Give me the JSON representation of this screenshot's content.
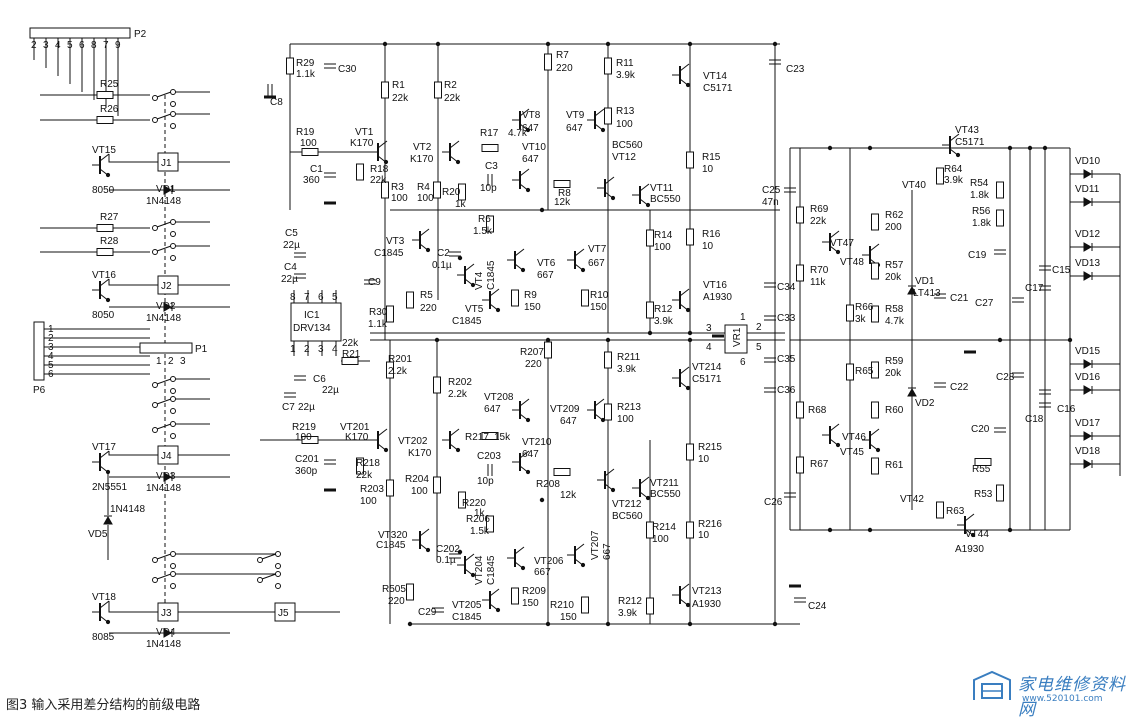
{
  "caption": "图3  输入采用差分结构的前级电路",
  "watermark": {
    "title": "家电维修资料网",
    "url": "www.520101.com"
  },
  "colors": {
    "wire": "#111111",
    "background": "#ffffff",
    "watermark": "#3a7ec0"
  },
  "connectors": [
    {
      "id": "p2",
      "label": "P2",
      "pins": [
        "2",
        "3",
        "4",
        "5",
        "6",
        "8",
        "7",
        "9"
      ]
    },
    {
      "id": "p6",
      "label": "P6",
      "pins": [
        "1",
        "2",
        "3",
        "4",
        "5",
        "6"
      ]
    },
    {
      "id": "p1",
      "label": "P1",
      "pins": [
        "1",
        "2",
        "3"
      ]
    }
  ],
  "ic": {
    "name": "IC1",
    "part": "DRV134",
    "pins_top": [
      "8",
      "7",
      "6",
      "5"
    ],
    "pins_bottom": [
      "1",
      "2",
      "3",
      "4"
    ]
  },
  "vr": {
    "name": "VR1",
    "pins": [
      "1",
      "2",
      "3",
      "4",
      "5",
      "6"
    ]
  },
  "components": [
    {
      "id": "r29",
      "label": "R29",
      "value": "1.1k"
    },
    {
      "id": "c30",
      "label": "C30",
      "value": ""
    },
    {
      "id": "c8",
      "label": "C8",
      "value": ""
    },
    {
      "id": "r25",
      "label": "R25",
      "value": ""
    },
    {
      "id": "r26",
      "label": "R26",
      "value": ""
    },
    {
      "id": "vt15",
      "label": "VT15",
      "value": "8050"
    },
    {
      "id": "j1",
      "label": "J1",
      "value": ""
    },
    {
      "id": "vd1",
      "label": "VD1",
      "value": "1N4148"
    },
    {
      "id": "r27",
      "label": "R27",
      "value": ""
    },
    {
      "id": "r28",
      "label": "R28",
      "value": ""
    },
    {
      "id": "vt16",
      "label": "VT16",
      "value": "8050"
    },
    {
      "id": "j2",
      "label": "J2",
      "value": ""
    },
    {
      "id": "vd2",
      "label": "VD2",
      "value": "1N4148"
    },
    {
      "id": "vt17",
      "label": "VT17",
      "value": "2N5551"
    },
    {
      "id": "j4",
      "label": "J4",
      "value": ""
    },
    {
      "id": "vd3",
      "label": "VD3",
      "value": "1N4148"
    },
    {
      "id": "vd5",
      "label": "VD5",
      "value": "1N4148"
    },
    {
      "id": "vt18",
      "label": "VT18",
      "value": "8085"
    },
    {
      "id": "j3",
      "label": "J3",
      "value": ""
    },
    {
      "id": "vd4",
      "label": "VD4",
      "value": "1N4148"
    },
    {
      "id": "j5",
      "label": "J5",
      "value": ""
    },
    {
      "id": "r1",
      "label": "R1",
      "value": "22k"
    },
    {
      "id": "r2",
      "label": "R2",
      "value": "22k"
    },
    {
      "id": "r7",
      "label": "R7",
      "value": "220"
    },
    {
      "id": "r11",
      "label": "R11",
      "value": "3.9k"
    },
    {
      "id": "vt14",
      "label": "VT14",
      "value": "C5171"
    },
    {
      "id": "c23",
      "label": "C23",
      "value": ""
    },
    {
      "id": "r13",
      "label": "R13",
      "value": "100"
    },
    {
      "id": "vt8",
      "label": "VT8",
      "value": "647"
    },
    {
      "id": "vt9",
      "label": "VT9",
      "value": "647"
    },
    {
      "id": "r19",
      "label": "R19",
      "value": "100"
    },
    {
      "id": "vt1",
      "label": "VT1",
      "value": "K170"
    },
    {
      "id": "vt2",
      "label": "VT2",
      "value": "K170"
    },
    {
      "id": "r17",
      "label": "R17",
      "value": "4.7k"
    },
    {
      "id": "vt10",
      "label": "VT10",
      "value": "647"
    },
    {
      "id": "vt12",
      "label": "VT12",
      "value": "BC560"
    },
    {
      "id": "r15",
      "label": "R15",
      "value": "10"
    },
    {
      "id": "c1",
      "label": "C1",
      "value": "360"
    },
    {
      "id": "r18",
      "label": "R18",
      "value": "22k"
    },
    {
      "id": "c3",
      "label": "C3",
      "value": "10p"
    },
    {
      "id": "r8",
      "label": "R8",
      "value": "12k"
    },
    {
      "id": "vt11",
      "label": "VT11",
      "value": "BC550"
    },
    {
      "id": "r3",
      "label": "R3",
      "value": "100"
    },
    {
      "id": "r4",
      "label": "R4",
      "value": "100"
    },
    {
      "id": "r20",
      "label": "R20",
      "value": "1k"
    },
    {
      "id": "c25",
      "label": "C25",
      "value": "47n"
    },
    {
      "id": "r16",
      "label": "R16",
      "value": "10"
    },
    {
      "id": "r6",
      "label": "R6",
      "value": "1.5k"
    },
    {
      "id": "c5",
      "label": "C5",
      "value": "22µ"
    },
    {
      "id": "c4",
      "label": "C4",
      "value": "22µ"
    },
    {
      "id": "vt3",
      "label": "VT3",
      "value": "C1845"
    },
    {
      "id": "c2",
      "label": "C2",
      "value": "0.1µ"
    },
    {
      "id": "vt4",
      "label": "VT4",
      "value": "C1845"
    },
    {
      "id": "vt6",
      "label": "VT6",
      "value": "667"
    },
    {
      "id": "vt7",
      "label": "VT7",
      "value": "667"
    },
    {
      "id": "r14",
      "label": "R14",
      "value": "100"
    },
    {
      "id": "vt16b",
      "label": "VT16",
      "value": "A1930"
    },
    {
      "id": "c34",
      "label": "C34",
      "value": ""
    },
    {
      "id": "c9",
      "label": "C9",
      "value": ""
    },
    {
      "id": "r5",
      "label": "R5",
      "value": "220"
    },
    {
      "id": "r30",
      "label": "R30",
      "value": "1.1k"
    },
    {
      "id": "vt5",
      "label": "VT5",
      "value": "C1845"
    },
    {
      "id": "r9",
      "label": "R9",
      "value": "150"
    },
    {
      "id": "r10",
      "label": "R10",
      "value": "150"
    },
    {
      "id": "r12",
      "label": "R12",
      "value": "3.9k"
    },
    {
      "id": "c33",
      "label": "C33",
      "value": ""
    },
    {
      "id": "r21",
      "label": "R21",
      "value": "22k"
    },
    {
      "id": "c6",
      "label": "C6",
      "value": "22µ"
    },
    {
      "id": "c7",
      "label": "C7",
      "value": "22µ"
    },
    {
      "id": "r207",
      "label": "R207",
      "value": "220"
    },
    {
      "id": "r211",
      "label": "R211",
      "value": "3.9k"
    },
    {
      "id": "c35",
      "label": "C35",
      "value": ""
    },
    {
      "id": "r201",
      "label": "R201",
      "value": "2.2k"
    },
    {
      "id": "r202",
      "label": "R202",
      "value": "2.2k"
    },
    {
      "id": "vt214",
      "label": "VT214",
      "value": "C5171"
    },
    {
      "id": "c36",
      "label": "C36",
      "value": ""
    },
    {
      "id": "vt208",
      "label": "VT208",
      "value": "647"
    },
    {
      "id": "vt209",
      "label": "VT209",
      "value": "647"
    },
    {
      "id": "r213",
      "label": "R213",
      "value": "100"
    },
    {
      "id": "r219",
      "label": "R219",
      "value": "100"
    },
    {
      "id": "vt201",
      "label": "VT201",
      "value": "K170"
    },
    {
      "id": "vt202",
      "label": "VT202",
      "value": "K170"
    },
    {
      "id": "r217",
      "label": "R217",
      "value": "15k"
    },
    {
      "id": "vt210",
      "label": "VT210",
      "value": "647"
    },
    {
      "id": "r215",
      "label": "R215",
      "value": "10"
    },
    {
      "id": "c201",
      "label": "C201",
      "value": "360p"
    },
    {
      "id": "r218",
      "label": "R218",
      "value": "22k"
    },
    {
      "id": "c203",
      "label": "C203",
      "value": "10p"
    },
    {
      "id": "r208",
      "label": "R208",
      "value": "12k"
    },
    {
      "id": "vt211",
      "label": "VT211",
      "value": "BC550"
    },
    {
      "id": "r203",
      "label": "R203",
      "value": "100"
    },
    {
      "id": "r204",
      "label": "R204",
      "value": "100"
    },
    {
      "id": "r220",
      "label": "R220",
      "value": "1k"
    },
    {
      "id": "vt212",
      "label": "VT212",
      "value": "BC560"
    },
    {
      "id": "c26",
      "label": "C26",
      "value": ""
    },
    {
      "id": "r206",
      "label": "R206",
      "value": "1.5k"
    },
    {
      "id": "r214",
      "label": "R214",
      "value": "100"
    },
    {
      "id": "r216",
      "label": "R216",
      "value": "10"
    },
    {
      "id": "vt320",
      "label": "VT320",
      "value": "C1845"
    },
    {
      "id": "c202",
      "label": "C202",
      "value": "0.1µ"
    },
    {
      "id": "vt204",
      "label": "VT204",
      "value": "C1845"
    },
    {
      "id": "vt206",
      "label": "VT206",
      "value": "667"
    },
    {
      "id": "vt207",
      "label": "VT207",
      "value": "667"
    },
    {
      "id": "r505",
      "label": "R505",
      "value": "220"
    },
    {
      "id": "r209",
      "label": "R209",
      "value": "150"
    },
    {
      "id": "r210",
      "label": "R210",
      "value": "150"
    },
    {
      "id": "r212",
      "label": "R212",
      "value": "3.9k"
    },
    {
      "id": "vt213",
      "label": "VT213",
      "value": "A1930"
    },
    {
      "id": "c24",
      "label": "C24",
      "value": ""
    },
    {
      "id": "c29",
      "label": "C29",
      "value": ""
    },
    {
      "id": "vt205",
      "label": "VT205",
      "value": "C1845"
    },
    {
      "id": "vt43",
      "label": "VT43",
      "value": "C5171"
    },
    {
      "id": "r64",
      "label": "R64",
      "value": "3.9k"
    },
    {
      "id": "vt40",
      "label": "VT40",
      "value": ""
    },
    {
      "id": "r54",
      "label": "R54",
      "value": "1.8k"
    },
    {
      "id": "r56",
      "label": "R56",
      "value": "1.8k"
    },
    {
      "id": "r69",
      "label": "R69",
      "value": "22k"
    },
    {
      "id": "r62",
      "label": "R62",
      "value": "200"
    },
    {
      "id": "vt47",
      "label": "VT47",
      "value": ""
    },
    {
      "id": "vt48",
      "label": "VT48",
      "value": ""
    },
    {
      "id": "r70",
      "label": "R70",
      "value": "11k"
    },
    {
      "id": "r57",
      "label": "R57",
      "value": "20k"
    },
    {
      "id": "vd1b",
      "label": "VD1",
      "value": "LT413"
    },
    {
      "id": "c19",
      "label": "C19",
      "value": ""
    },
    {
      "id": "c21",
      "label": "C21",
      "value": ""
    },
    {
      "id": "r66",
      "label": "R66",
      "value": "3k"
    },
    {
      "id": "r58",
      "label": "R58",
      "value": "4.7k"
    },
    {
      "id": "c27",
      "label": "C27",
      "value": ""
    },
    {
      "id": "c17",
      "label": "C17",
      "value": ""
    },
    {
      "id": "c15",
      "label": "C15",
      "value": ""
    },
    {
      "id": "r65",
      "label": "R65",
      "value": ""
    },
    {
      "id": "r59",
      "label": "R59",
      "value": "20k"
    },
    {
      "id": "c22",
      "label": "C22",
      "value": ""
    },
    {
      "id": "c28",
      "label": "C28",
      "value": ""
    },
    {
      "id": "vd2b",
      "label": "VD2",
      "value": ""
    },
    {
      "id": "r68",
      "label": "R68",
      "value": ""
    },
    {
      "id": "r60",
      "label": "R60",
      "value": ""
    },
    {
      "id": "vt46",
      "label": "VT46",
      "value": ""
    },
    {
      "id": "vt45",
      "label": "VT45",
      "value": ""
    },
    {
      "id": "c18",
      "label": "C18",
      "value": ""
    },
    {
      "id": "c16",
      "label": "C16",
      "value": ""
    },
    {
      "id": "c20",
      "label": "C20",
      "value": ""
    },
    {
      "id": "r67",
      "label": "R67",
      "value": ""
    },
    {
      "id": "r61",
      "label": "R61",
      "value": ""
    },
    {
      "id": "r55",
      "label": "R55",
      "value": ""
    },
    {
      "id": "r53",
      "label": "R53",
      "value": ""
    },
    {
      "id": "vt42",
      "label": "VT42",
      "value": ""
    },
    {
      "id": "r63",
      "label": "R63",
      "value": ""
    },
    {
      "id": "vt44",
      "label": "VT44",
      "value": "A1930"
    },
    {
      "id": "vd10",
      "label": "VD10",
      "value": ""
    },
    {
      "id": "vd11",
      "label": "VD11",
      "value": ""
    },
    {
      "id": "vd12",
      "label": "VD12",
      "value": ""
    },
    {
      "id": "vd13",
      "label": "VD13",
      "value": ""
    },
    {
      "id": "vd15",
      "label": "VD15",
      "value": ""
    },
    {
      "id": "vd16",
      "label": "VD16",
      "value": ""
    },
    {
      "id": "vd17",
      "label": "VD17",
      "value": ""
    },
    {
      "id": "vd18",
      "label": "VD18",
      "value": ""
    }
  ]
}
